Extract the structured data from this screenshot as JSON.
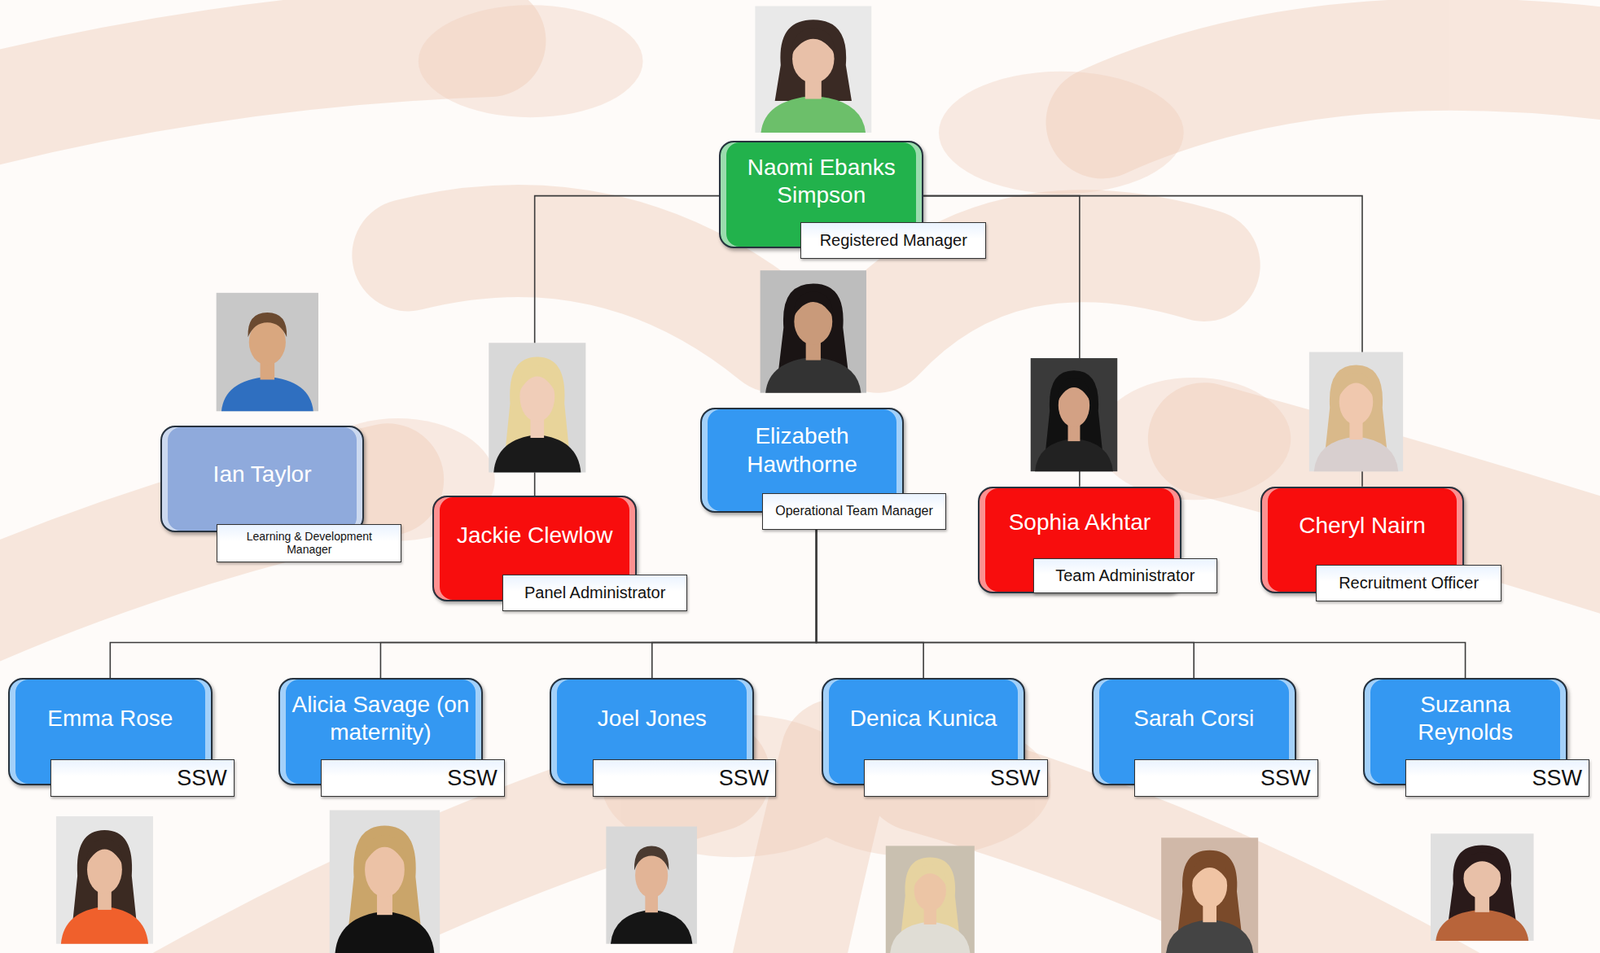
{
  "diagram": {
    "nodes": [
      {
        "text": [
          "Naomi Ebanks Simpson",
          "Registered Manager"
        ]
      },
      {
        "text": [
          "Ian Taylor",
          "Learning & Development Manager"
        ]
      },
      {
        "text": [
          "Jackie Clewlow",
          "Panel Administrator"
        ]
      },
      {
        "text": [
          "Elizabeth Hawthorne",
          "Operational Team Manager"
        ]
      },
      {
        "text": [
          "Sophia Akhtar",
          "Team Administrator"
        ]
      },
      {
        "text": [
          "Cheryl Nairn",
          "Recruitment Officer"
        ]
      },
      {
        "text": [
          "Emma Rose",
          "SSW"
        ]
      },
      {
        "text": [
          "Alicia Savage (on maternity)",
          "SSW"
        ]
      },
      {
        "text": [
          "Joel Jones",
          "SSW"
        ]
      },
      {
        "text": [
          "Denica Kunica",
          "SSW"
        ]
      },
      {
        "text": [
          "Sarah Corsi",
          "SSW"
        ]
      },
      {
        "text": [
          "Suzanna Reynolds",
          "SSW"
        ]
      }
    ],
    "edges": [
      {
        "from": 0,
        "to": 2,
        "arrow": "none"
      },
      {
        "from": 0,
        "to": 4,
        "arrow": "none"
      },
      {
        "from": 0,
        "to": 5,
        "arrow": "none"
      },
      {
        "from": 3,
        "to": 6,
        "arrow": "none"
      },
      {
        "from": 3,
        "to": 7,
        "arrow": "none"
      },
      {
        "from": 3,
        "to": 8,
        "arrow": "none"
      },
      {
        "from": 3,
        "to": 9,
        "arrow": "none"
      },
      {
        "from": 3,
        "to": 10,
        "arrow": "none"
      },
      {
        "from": 3,
        "to": 11,
        "arrow": "none"
      }
    ]
  }
}
